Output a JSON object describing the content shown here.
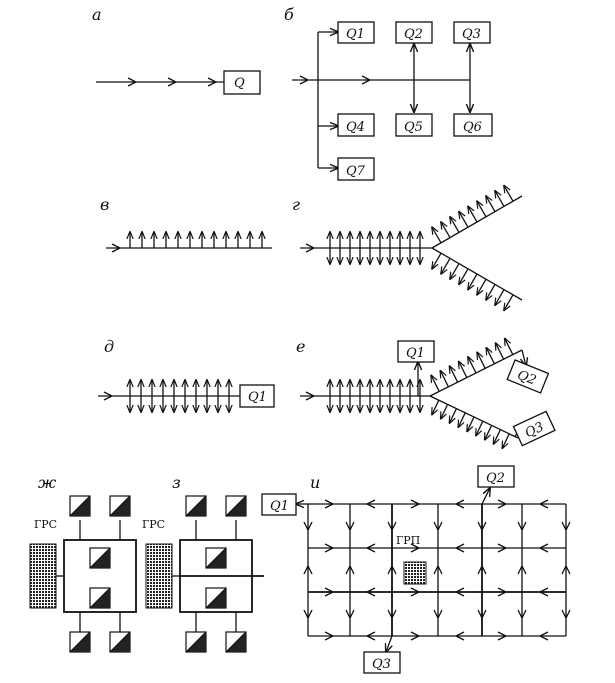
{
  "panels": {
    "a": {
      "label": "а",
      "consumer": "Q"
    },
    "b": {
      "label": "б",
      "consumers": [
        "Q1",
        "Q2",
        "Q3",
        "Q4",
        "Q5",
        "Q6",
        "Q7"
      ]
    },
    "v": {
      "label": "в"
    },
    "g": {
      "label": "г"
    },
    "d": {
      "label": "д",
      "consumer": "Q1"
    },
    "e": {
      "label": "е",
      "consumers": [
        "Q1",
        "Q2",
        "Q3"
      ]
    },
    "zh": {
      "label": "ж",
      "station": "ГРС"
    },
    "z": {
      "label": "з",
      "station": "ГРС"
    },
    "i": {
      "label": "и",
      "station": "ГРП",
      "consumers": [
        "Q1",
        "Q2",
        "Q3"
      ]
    }
  },
  "colors": {
    "ink": "#111111",
    "paper": "#ffffff"
  }
}
